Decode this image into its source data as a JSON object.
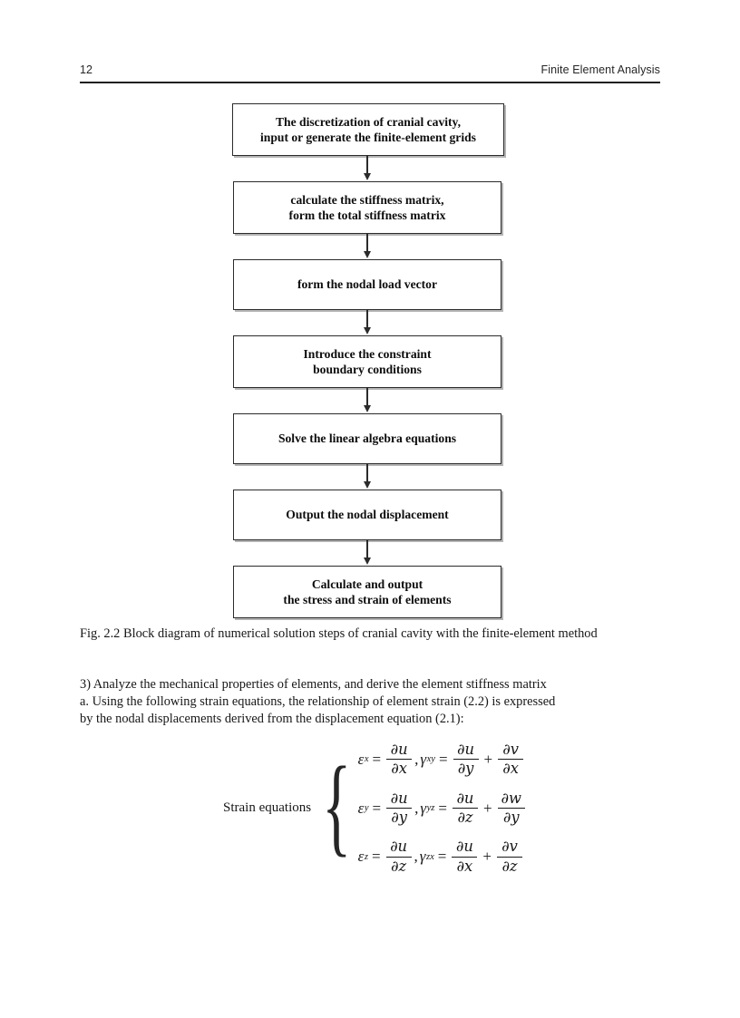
{
  "header": {
    "page_number": "12",
    "running_title": "Finite Element Analysis"
  },
  "flowchart": {
    "title": "Block diagram of numerical solution steps",
    "boxes": [
      {
        "lines": [
          "The discretization of cranial cavity,",
          "input or generate the finite-element grids"
        ]
      },
      {
        "lines": [
          "calculate the stiffness matrix,",
          "form the total stiffness matrix"
        ]
      },
      {
        "lines": [
          "form the nodal load vector"
        ]
      },
      {
        "lines": [
          "Introduce the constraint",
          "boundary conditions"
        ]
      },
      {
        "lines": [
          "Solve the linear algebra equations"
        ]
      },
      {
        "lines": [
          "Output the nodal displacement"
        ]
      },
      {
        "lines": [
          "Calculate and output",
          "the stress and strain of elements"
        ]
      }
    ]
  },
  "caption": "Fig. 2.2 Block diagram of numerical solution steps of cranial cavity with the finite-element method",
  "body": {
    "line1": "3) Analyze the mechanical properties of elements, and derive the element stiffness matrix",
    "line2": "a. Using the following strain equations, the relationship of element strain (2.2) is expressed",
    "line3": "by the nodal displacements derived from the displacement equation (2.1):"
  },
  "equations": {
    "label": "Strain equations",
    "brace": "{",
    "rows": [
      {
        "lhs_symbol": "ε",
        "lhs_sub": "x",
        "equals": "=",
        "lhs_num": "∂u",
        "lhs_den": "∂x",
        "comma": ",",
        "rhs_symbol": "γ",
        "rhs_sub": "xy",
        "rhs_equals": "=",
        "t1_num": "∂u",
        "t1_den": "∂y",
        "plus": "+",
        "t2_num": "∂v",
        "t2_den": "∂x"
      },
      {
        "lhs_symbol": "ε",
        "lhs_sub": "y",
        "equals": "=",
        "lhs_num": "∂u",
        "lhs_den": "∂y",
        "comma": ",",
        "rhs_symbol": "γ",
        "rhs_sub": "yz",
        "rhs_equals": "=",
        "t1_num": "∂u",
        "t1_den": "∂z",
        "plus": "+",
        "t2_num": "∂w",
        "t2_den": "∂y"
      },
      {
        "lhs_symbol": "ε",
        "lhs_sub": "z",
        "equals": "=",
        "lhs_num": "∂u",
        "lhs_den": "∂z",
        "comma": ",",
        "rhs_symbol": "γ",
        "rhs_sub": "zx",
        "rhs_equals": "=",
        "t1_num": "∂u",
        "t1_den": "∂x",
        "plus": "+",
        "t2_num": "∂v",
        "t2_den": "∂z"
      }
    ]
  }
}
